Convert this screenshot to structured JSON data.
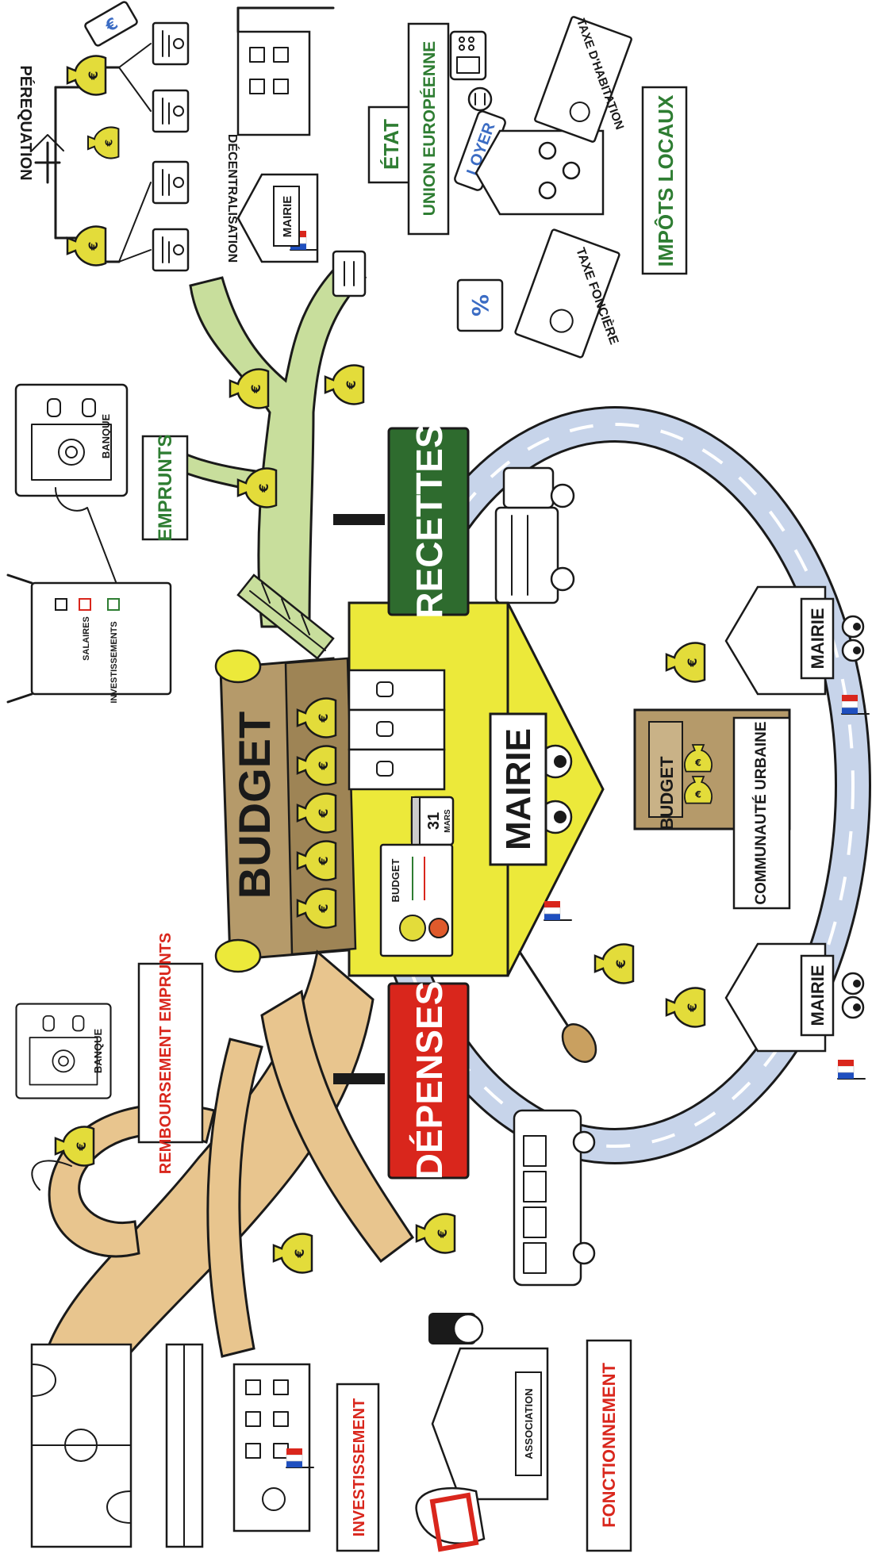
{
  "labels": {
    "perequation": "PÉREQUATION",
    "decentralisation": "DÉCENTRALISATION",
    "etat": "ÉTAT",
    "union_europeenne": "UNION EUROPÉENNE",
    "impots_locaux": "IMPÔTS LOCAUX",
    "taxe_habitation": "TAXE D'HABITATION",
    "taxe_fonciere": "TAXE FONCIÈRE",
    "loyer": "LOYER",
    "mairie_small": "MAIRIE",
    "emprunts": "EMPRUNTS",
    "banque": "BANQUE",
    "recettes": "RECETTES",
    "investissements_board": "INVESTISSEMENTS",
    "salaires": "SALAIRES",
    "budget_main": "BUDGET",
    "mairie_main": "MAIRIE",
    "calendar_number": "31",
    "calendar_month": "MARS",
    "budget_document": "BUDGET",
    "communaute_urbaine": "COMMUNAUTÉ URBAINE",
    "budget_small": "BUDGET",
    "mairie_top": "MAIRIE",
    "mairie_bottom": "MAIRIE",
    "remboursement_emprunts": "REMBOURSEMENT EMPRUNTS",
    "banque_lower": "BANQUE",
    "depenses": "DÉPENSES",
    "fonctionnement": "FONCTIONNEMENT",
    "association": "ASSOCIATION",
    "investissement": "INVESTISSEMENT"
  },
  "colors": {
    "recettes_sign": "#2e6b2e",
    "depenses_sign": "#d9261c",
    "mairie_house": "#ece93a",
    "money_bag": "#e3dc3a",
    "budget_box": "#b59a6a",
    "slide": "#e8c58e",
    "tree": "#c8de9c",
    "road": "#c7d4ea",
    "green_text": "#2e7d32",
    "red_text": "#d9261c",
    "euro_blue": "#3b6cc4"
  },
  "icons": [
    "money-bag-icon",
    "euro-icon",
    "french-flag-icon",
    "safe-icon",
    "tax-document-icon",
    "calculator-icon",
    "percent-icon",
    "house-icon"
  ]
}
